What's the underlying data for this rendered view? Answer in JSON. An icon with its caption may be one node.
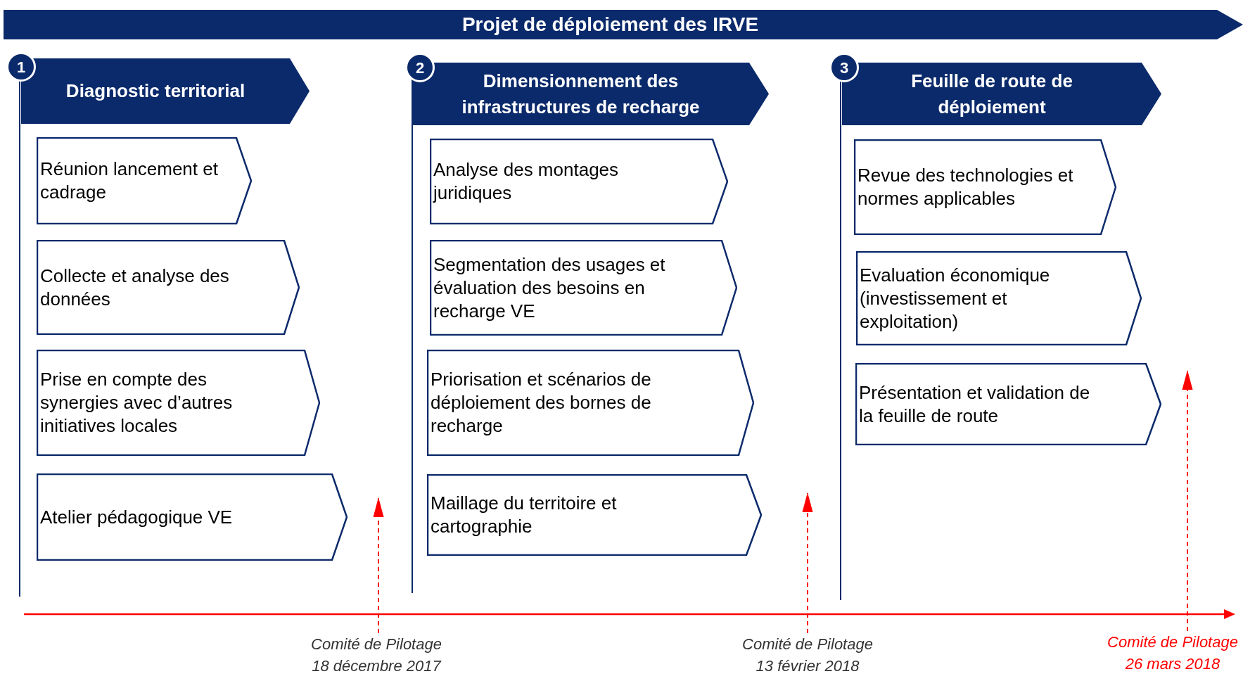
{
  "diagram": {
    "title": "Projet de déploiement des IRVE",
    "nodes": [
      {
        "text": [
          "1"
        ]
      },
      {
        "text": [
          "Diagnostic territorial"
        ]
      },
      {
        "text": [
          "Réunion lancement et cadrage"
        ]
      },
      {
        "text": [
          "Collecte et analyse des données"
        ]
      },
      {
        "text": [
          "Prise en compte des synergies avec d’autres initiatives locales"
        ]
      },
      {
        "text": [
          "Atelier pédagogique VE"
        ]
      },
      {
        "text": [
          "2"
        ]
      },
      {
        "text": [
          "Dimensionnement des infrastructures de recharge"
        ]
      },
      {
        "text": [
          "Analyse des montages juridiques"
        ]
      },
      {
        "text": [
          "Segmentation des usages et évaluation des besoins en recharge VE"
        ]
      },
      {
        "text": [
          "Priorisation et scénarios de déploiement des bornes de recharge"
        ]
      },
      {
        "text": [
          "Maillage du territoire et cartographie"
        ]
      },
      {
        "text": [
          "3"
        ]
      },
      {
        "text": [
          "Feuille de route de déploiement"
        ]
      },
      {
        "text": [
          "Revue des technologies et normes applicables"
        ]
      },
      {
        "text": [
          "Evaluation économique (investissement et exploitation)"
        ]
      },
      {
        "text": [
          "Présentation et validation de la feuille de route"
        ]
      },
      {
        "text": [
          "Comité de Pilotage 18 décembre 2017"
        ]
      },
      {
        "text": [
          "Comité de Pilotage 13 février 2018"
        ]
      },
      {
        "text": [
          "Comité de Pilotage 26 mars 2018"
        ]
      }
    ],
    "edges": [
      {
        "from": 17,
        "to": null,
        "arrow": "to",
        "style": "dashed",
        "color": "#ff0000"
      },
      {
        "from": 18,
        "to": null,
        "arrow": "to",
        "style": "dashed",
        "color": "#ff0000"
      },
      {
        "from": 19,
        "to": null,
        "arrow": "to",
        "style": "dashed",
        "color": "#ff0000"
      }
    ]
  }
}
